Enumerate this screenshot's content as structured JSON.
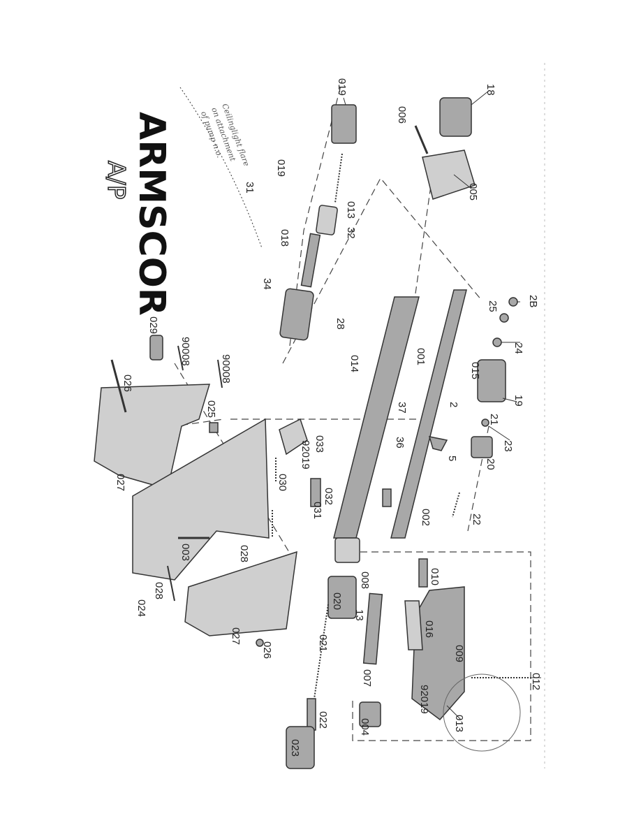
{
  "title": {
    "brand": "ARMSCOR",
    "model": "A/P"
  },
  "handwritten_note": [
    "Ceilinglight flare",
    "on attachment",
    "of pump n.o."
  ],
  "labels": {
    "p019a": "019",
    "p019b": "019",
    "p31": "31",
    "p013a": "013",
    "p32": "32",
    "p018": "018",
    "p34": "34",
    "p28": "28",
    "p006": "006",
    "p005": "005",
    "p18": "18",
    "p014": "014",
    "p001": "001",
    "p2": "2",
    "p37": "37",
    "p36": "36",
    "p25": "25",
    "p2b": "2B",
    "p24": "24",
    "p015": "015",
    "p19": "19",
    "p21": "21",
    "p23": "23",
    "p20": "20",
    "p5": "5",
    "p22": "22",
    "p002": "002",
    "p008": "008",
    "p020": "020",
    "p13": "13",
    "p021": "021",
    "p007": "007",
    "p022": "022",
    "p004": "004",
    "p023": "023",
    "p010": "010",
    "p016": "016",
    "p009": "009",
    "p92019a": "92019",
    "p013b": "013",
    "p012": "012",
    "p029": "029",
    "p90008a": "90008",
    "p90008b": "90008",
    "p026a": "026",
    "p025": "025",
    "p033": "033",
    "p92019b": "92019",
    "p030": "030",
    "p031": "031",
    "p032": "032",
    "p027a": "027",
    "p003": "003",
    "p028a": "028",
    "p028b": "028",
    "p024": "024",
    "p027b": "027",
    "p026b": "026"
  }
}
